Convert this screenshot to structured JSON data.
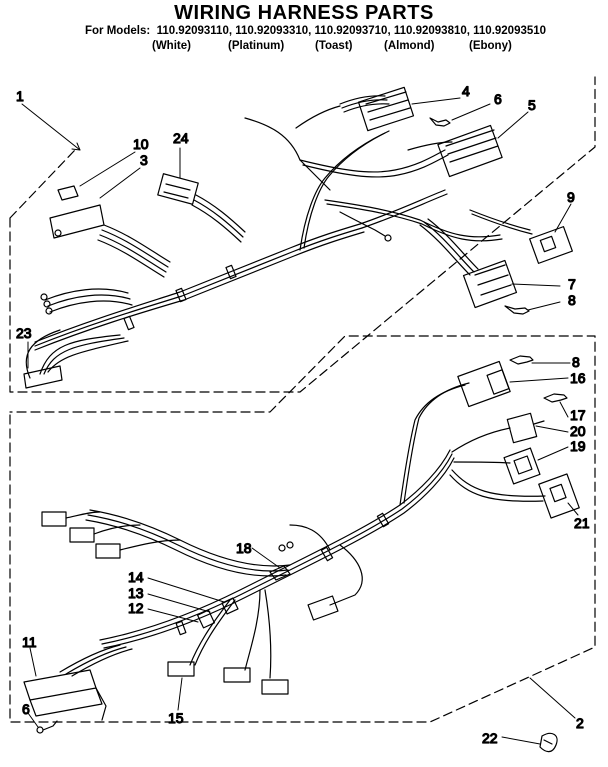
{
  "header": {
    "title": "WIRING HARNESS PARTS",
    "models_label": "For Models:",
    "models": "110.92093110, 110.92093310, 110.92093710, 110.92093810, 110.92093510",
    "colors": [
      "(White)",
      "(Platinum)",
      "(Toast)",
      "(Almond)",
      "(Ebony)"
    ]
  },
  "upper_callouts": [
    "1",
    "10",
    "3",
    "24",
    "4",
    "6",
    "5",
    "9",
    "7",
    "8",
    "23"
  ],
  "lower_callouts": [
    "8",
    "16",
    "17",
    "20",
    "19",
    "21",
    "18",
    "14",
    "13",
    "12",
    "11",
    "6",
    "15",
    "2",
    "22"
  ]
}
